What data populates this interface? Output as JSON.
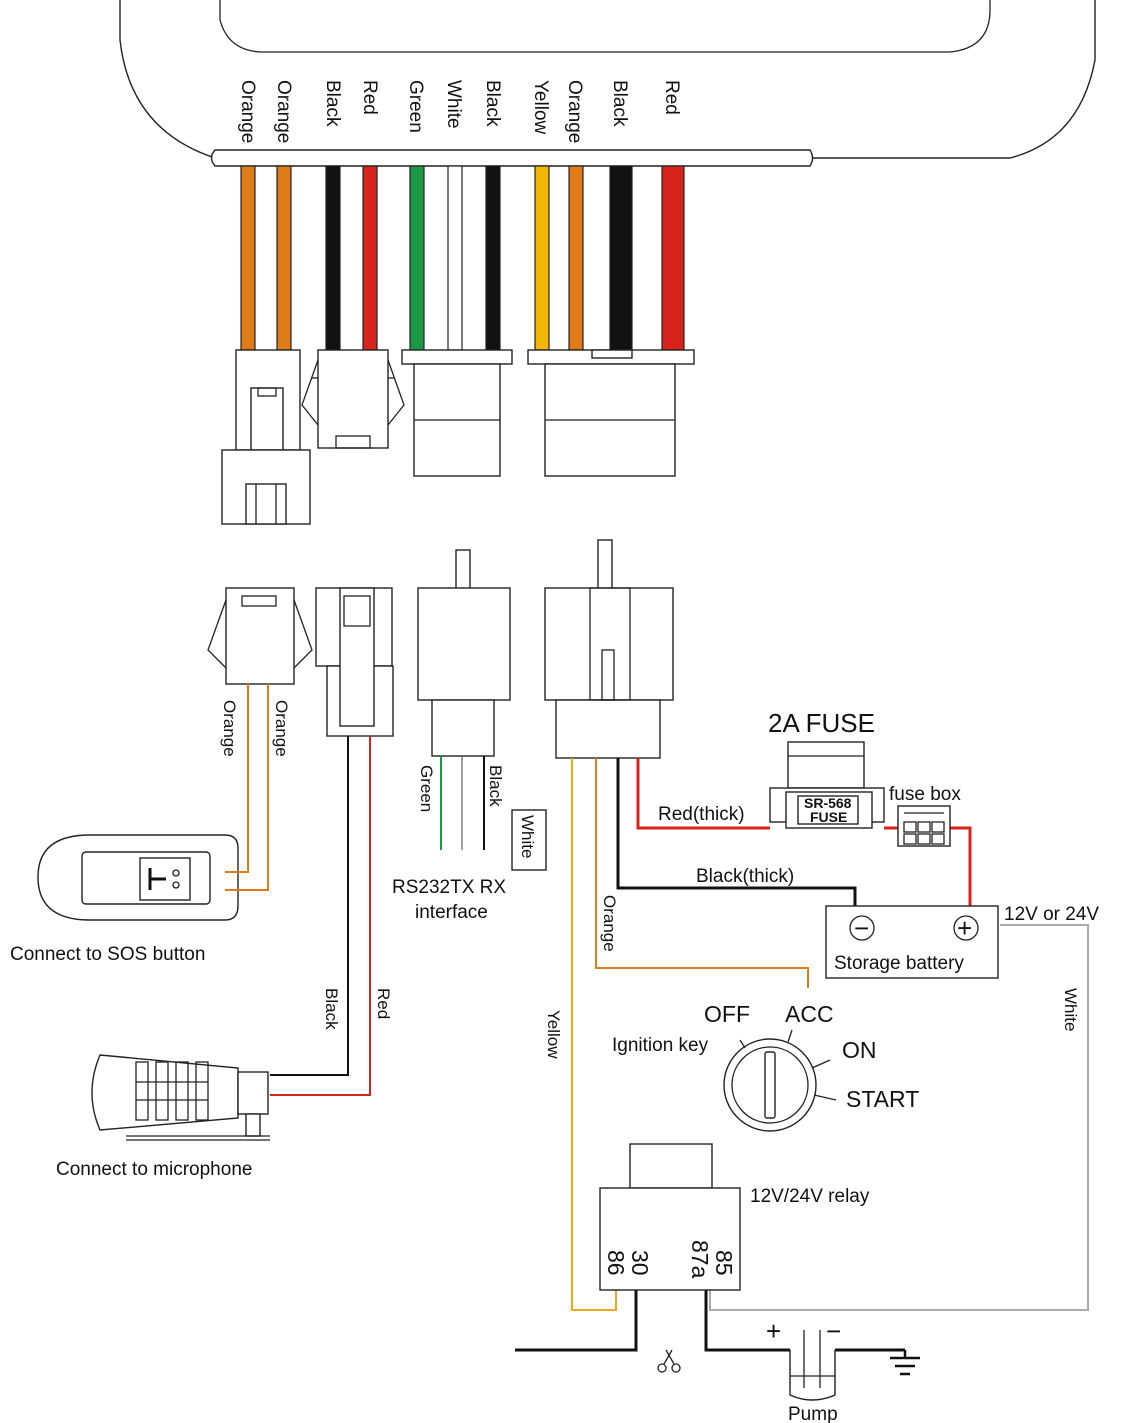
{
  "header_wires": [
    "Orange",
    "Orange",
    "Black",
    "Red",
    "Green",
    "White",
    "Black",
    "Yellow",
    "Orange",
    "Black",
    "Red"
  ],
  "labels": {
    "fuse_title": "2A FUSE",
    "fuse_model": "SR-568",
    "fuse_text": "FUSE",
    "fuse_box": "fuse box",
    "red_thick": "Red(thick)",
    "black_thick": "Black(thick)",
    "voltage": "12V or 24V",
    "battery": "Storage battery",
    "minus": "−",
    "plus": "+",
    "off": "OFF",
    "acc": "ACC",
    "on": "ON",
    "start": "START",
    "ignition": "Ignition key",
    "relay": "12V/24V relay",
    "pin86": "86",
    "pin30": "30",
    "pin87a": "87a",
    "pin85": "85",
    "pump": "Pump",
    "pump_plus": "+",
    "pump_minus": "−",
    "sos": "Connect to SOS button",
    "mic": "Connect to microphone",
    "rs232_line1": "RS232TX RX",
    "rs232_line2": "interface"
  },
  "wire_labels": {
    "sos_orange1": "Orange",
    "sos_orange2": "Orange",
    "mic_black": "Black",
    "mic_red": "Red",
    "rs_green": "Green",
    "rs_black": "Black",
    "rs_white": "White",
    "orange": "Orange",
    "yellow": "Yellow",
    "white": "White"
  },
  "colors": {
    "Orange": "#e07b1a",
    "Black": "#111111",
    "Red": "#d8231b",
    "Green": "#1a9a45",
    "White": "#ffffff",
    "Yellow": "#f2b705",
    "wire_yellow": "#f0a81a",
    "wire_gray": "#aaaaaa"
  }
}
